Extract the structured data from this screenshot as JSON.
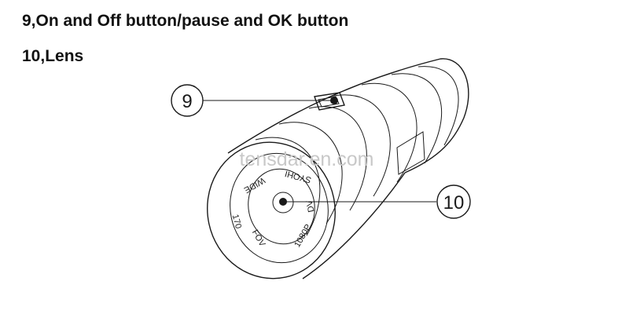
{
  "captions": {
    "line1": "9,On and Off button/pause and OK button",
    "line2": "10,Lens"
  },
  "callouts": {
    "button": "9",
    "lens": "10"
  },
  "lens_labels": {
    "wide": "WIDE",
    "syohi": "SYOHI",
    "dv": "DV",
    "res": "1080P",
    "fov": "FOV",
    "deg": "170"
  },
  "watermark": "tensdar.en.com",
  "colors": {
    "line": "#1a1a1a",
    "watermark": "#c8c8c8",
    "text": "#111111"
  }
}
